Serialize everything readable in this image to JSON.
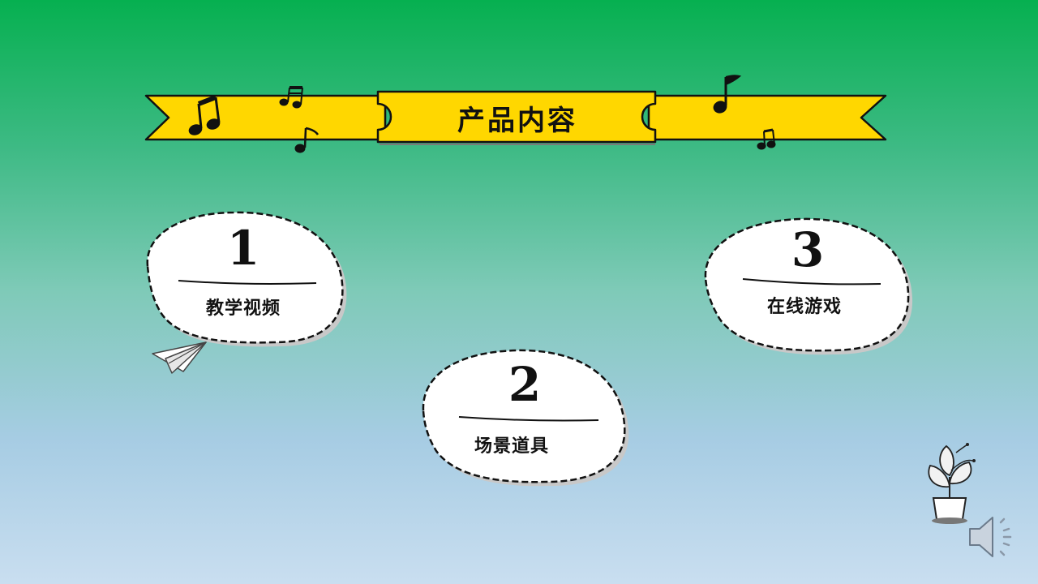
{
  "title": "产品内容",
  "items": [
    {
      "number": "1",
      "label": "教学视频"
    },
    {
      "number": "2",
      "label": "场景道具"
    },
    {
      "number": "3",
      "label": "在线游戏"
    }
  ],
  "icons": {
    "music_notes": "music-note-icon",
    "paper_plane": "paper-plane-icon",
    "plant": "potted-plant-icon",
    "audio": "speaker-icon"
  },
  "colors": {
    "ribbon": "#ffd700",
    "bubble_fill": "#ffffff",
    "outline": "#111111"
  }
}
